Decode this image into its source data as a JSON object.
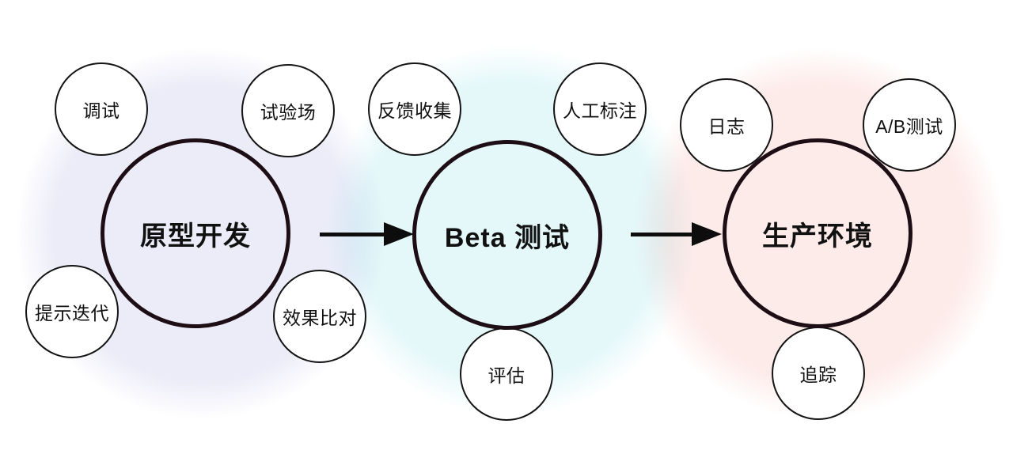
{
  "stages": [
    {
      "label": "原型开发",
      "halo_color": "#ececf8",
      "satellites": [
        "调试",
        "试验场",
        "提示迭代",
        "效果比对"
      ]
    },
    {
      "label": "Beta 测试",
      "halo_color": "#e6f6f8",
      "satellites": [
        "反馈收集",
        "人工标注",
        "评估"
      ]
    },
    {
      "label": "生产环境",
      "halo_color": "#fdeeec",
      "satellites": [
        "日志",
        "A/B测试",
        "追踪"
      ]
    }
  ],
  "arrows": [
    {
      "from": "原型开发",
      "to": "Beta 测试"
    },
    {
      "from": "Beta 测试",
      "to": "生产环境"
    }
  ],
  "colors": {
    "stage_circle_stroke": "#1d0e16",
    "satellite_stroke": "#141414",
    "arrow": "#0d0d0d",
    "text": "#111111",
    "background": "#ffffff"
  }
}
